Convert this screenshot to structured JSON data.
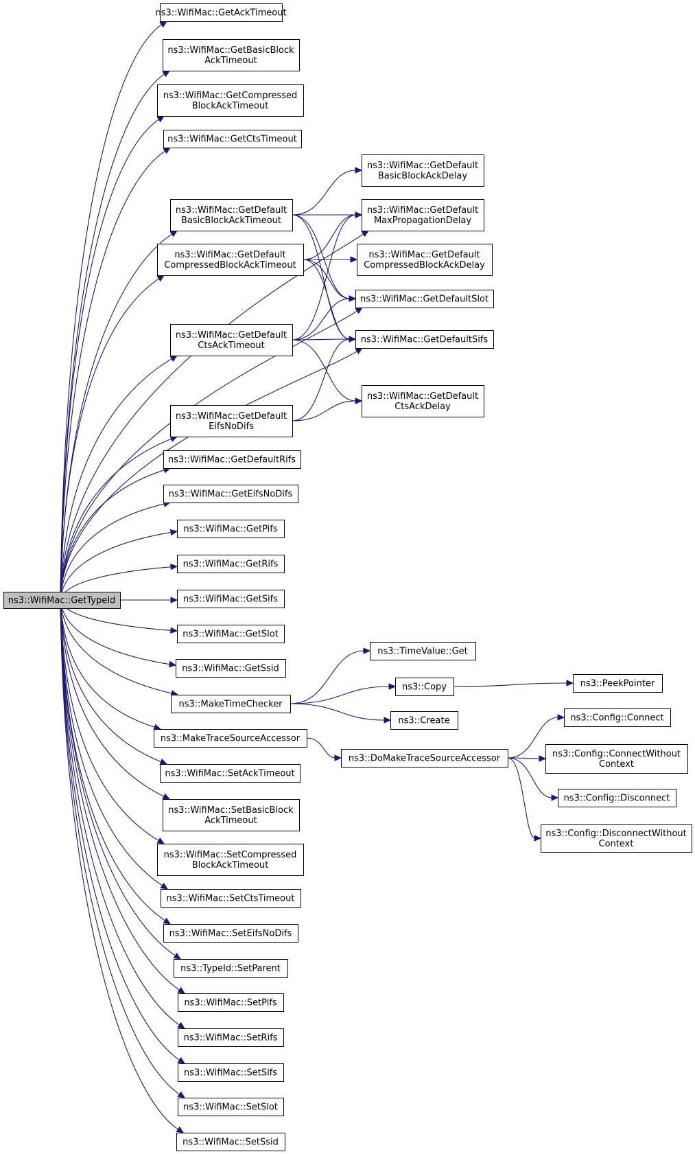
{
  "diagram": {
    "colors": {
      "edge": "#191970",
      "node_border": "#000000",
      "root_fill": "#bfbfbf",
      "node_fill": "#ffffff"
    },
    "nodes": [
      {
        "id": "root",
        "lines": [
          "ns3::WifiMac::GetTypeId"
        ],
        "root": true
      },
      {
        "id": "getAckTimeout",
        "lines": [
          "ns3::WifiMac::GetAckTimeout"
        ]
      },
      {
        "id": "getBasicBlockAckTimeout",
        "lines": [
          "ns3::WifiMac::GetBasicBlock",
          "AckTimeout"
        ]
      },
      {
        "id": "getCompressedBlockAckTimeout",
        "lines": [
          "ns3::WifiMac::GetCompressed",
          "BlockAckTimeout"
        ]
      },
      {
        "id": "getCtsTimeout",
        "lines": [
          "ns3::WifiMac::GetCtsTimeout"
        ]
      },
      {
        "id": "getDefaultBasicBlockAckTimeout",
        "lines": [
          "ns3::WifiMac::GetDefault",
          "BasicBlockAckTimeout"
        ]
      },
      {
        "id": "getDefaultCompressedBlockAckTimeout",
        "lines": [
          "ns3::WifiMac::GetDefault",
          "CompressedBlockAckTimeout"
        ]
      },
      {
        "id": "getDefaultCtsAckTimeout",
        "lines": [
          "ns3::WifiMac::GetDefault",
          "CtsAckTimeout"
        ]
      },
      {
        "id": "getDefaultEifsNoDifs",
        "lines": [
          "ns3::WifiMac::GetDefault",
          "EifsNoDifs"
        ]
      },
      {
        "id": "getDefaultRifs",
        "lines": [
          "ns3::WifiMac::GetDefaultRifs"
        ]
      },
      {
        "id": "getEifsNoDifs",
        "lines": [
          "ns3::WifiMac::GetEifsNoDifs"
        ]
      },
      {
        "id": "getPifs",
        "lines": [
          "ns3::WifiMac::GetPifs"
        ]
      },
      {
        "id": "getRifs",
        "lines": [
          "ns3::WifiMac::GetRifs"
        ]
      },
      {
        "id": "getSifs",
        "lines": [
          "ns3::WifiMac::GetSifs"
        ]
      },
      {
        "id": "getSlot",
        "lines": [
          "ns3::WifiMac::GetSlot"
        ]
      },
      {
        "id": "getSsid",
        "lines": [
          "ns3::WifiMac::GetSsid"
        ]
      },
      {
        "id": "makeTimeChecker",
        "lines": [
          "ns3::MakeTimeChecker"
        ]
      },
      {
        "id": "makeTraceSourceAccessor",
        "lines": [
          "ns3::MakeTraceSourceAccessor"
        ]
      },
      {
        "id": "setAckTimeout",
        "lines": [
          "ns3::WifiMac::SetAckTimeout"
        ]
      },
      {
        "id": "setBasicBlockAckTimeout",
        "lines": [
          "ns3::WifiMac::SetBasicBlock",
          "AckTimeout"
        ]
      },
      {
        "id": "setCompressedBlockAckTimeout",
        "lines": [
          "ns3::WifiMac::SetCompressed",
          "BlockAckTimeout"
        ]
      },
      {
        "id": "setCtsTimeout",
        "lines": [
          "ns3::WifiMac::SetCtsTimeout"
        ]
      },
      {
        "id": "setEifsNoDifs",
        "lines": [
          "ns3::WifiMac::SetEifsNoDifs"
        ]
      },
      {
        "id": "setParent",
        "lines": [
          "ns3::TypeId::SetParent"
        ]
      },
      {
        "id": "setPifs",
        "lines": [
          "ns3::WifiMac::SetPifs"
        ]
      },
      {
        "id": "setRifs",
        "lines": [
          "ns3::WifiMac::SetRifs"
        ]
      },
      {
        "id": "setSifs",
        "lines": [
          "ns3::WifiMac::SetSifs"
        ]
      },
      {
        "id": "setSlot",
        "lines": [
          "ns3::WifiMac::SetSlot"
        ]
      },
      {
        "id": "setSsid",
        "lines": [
          "ns3::WifiMac::SetSsid"
        ]
      },
      {
        "id": "getDefaultBasicBlockAckDelay",
        "lines": [
          "ns3::WifiMac::GetDefault",
          "BasicBlockAckDelay"
        ]
      },
      {
        "id": "getDefaultMaxPropagationDelay",
        "lines": [
          "ns3::WifiMac::GetDefault",
          "MaxPropagationDelay"
        ]
      },
      {
        "id": "getDefaultCompressedBlockAckDelay",
        "lines": [
          "ns3::WifiMac::GetDefault",
          "CompressedBlockAckDelay"
        ]
      },
      {
        "id": "getDefaultSlot",
        "lines": [
          "ns3::WifiMac::GetDefaultSlot"
        ]
      },
      {
        "id": "getDefaultSifs",
        "lines": [
          "ns3::WifiMac::GetDefaultSifs"
        ]
      },
      {
        "id": "getDefaultCtsAckDelay",
        "lines": [
          "ns3::WifiMac::GetDefault",
          "CtsAckDelay"
        ]
      },
      {
        "id": "timeValueGet",
        "lines": [
          "ns3::TimeValue::Get"
        ]
      },
      {
        "id": "copy",
        "lines": [
          "ns3::Copy"
        ]
      },
      {
        "id": "create",
        "lines": [
          "ns3::Create"
        ]
      },
      {
        "id": "peekPointer",
        "lines": [
          "ns3::PeekPointer"
        ]
      },
      {
        "id": "doMakeTraceSourceAccessor",
        "lines": [
          "ns3::DoMakeTraceSourceAccessor"
        ]
      },
      {
        "id": "configConnect",
        "lines": [
          "ns3::Config::Connect"
        ]
      },
      {
        "id": "configConnectWithoutContext",
        "lines": [
          "ns3::Config::ConnectWithout",
          "Context"
        ]
      },
      {
        "id": "configDisconnect",
        "lines": [
          "ns3::Config::Disconnect"
        ]
      },
      {
        "id": "configDisconnectWithoutContext",
        "lines": [
          "ns3::Config::DisconnectWithout",
          "Context"
        ]
      }
    ],
    "edges": [
      [
        "root",
        "getAckTimeout"
      ],
      [
        "root",
        "getBasicBlockAckTimeout"
      ],
      [
        "root",
        "getCompressedBlockAckTimeout"
      ],
      [
        "root",
        "getCtsTimeout"
      ],
      [
        "root",
        "getDefaultMaxPropagationDelay"
      ],
      [
        "root",
        "getDefaultBasicBlockAckTimeout"
      ],
      [
        "root",
        "getDefaultCompressedBlockAckTimeout"
      ],
      [
        "root",
        "getDefaultSlot"
      ],
      [
        "root",
        "getDefaultCtsAckTimeout"
      ],
      [
        "root",
        "getDefaultSifs"
      ],
      [
        "root",
        "getDefaultEifsNoDifs"
      ],
      [
        "root",
        "getDefaultRifs"
      ],
      [
        "root",
        "getEifsNoDifs"
      ],
      [
        "root",
        "getPifs"
      ],
      [
        "root",
        "getRifs"
      ],
      [
        "root",
        "getSifs"
      ],
      [
        "root",
        "getSlot"
      ],
      [
        "root",
        "getSsid"
      ],
      [
        "root",
        "makeTimeChecker"
      ],
      [
        "root",
        "makeTraceSourceAccessor"
      ],
      [
        "root",
        "setAckTimeout"
      ],
      [
        "root",
        "setBasicBlockAckTimeout"
      ],
      [
        "root",
        "setCompressedBlockAckTimeout"
      ],
      [
        "root",
        "setCtsTimeout"
      ],
      [
        "root",
        "setEifsNoDifs"
      ],
      [
        "root",
        "setParent"
      ],
      [
        "root",
        "setPifs"
      ],
      [
        "root",
        "setRifs"
      ],
      [
        "root",
        "setSifs"
      ],
      [
        "root",
        "setSlot"
      ],
      [
        "root",
        "setSsid"
      ],
      [
        "getDefaultBasicBlockAckTimeout",
        "getDefaultBasicBlockAckDelay"
      ],
      [
        "getDefaultBasicBlockAckTimeout",
        "getDefaultMaxPropagationDelay"
      ],
      [
        "getDefaultBasicBlockAckTimeout",
        "getDefaultSlot"
      ],
      [
        "getDefaultBasicBlockAckTimeout",
        "getDefaultSifs"
      ],
      [
        "getDefaultCompressedBlockAckTimeout",
        "getDefaultMaxPropagationDelay"
      ],
      [
        "getDefaultCompressedBlockAckTimeout",
        "getDefaultCompressedBlockAckDelay"
      ],
      [
        "getDefaultCompressedBlockAckTimeout",
        "getDefaultSlot"
      ],
      [
        "getDefaultCompressedBlockAckTimeout",
        "getDefaultSifs"
      ],
      [
        "getDefaultCtsAckTimeout",
        "getDefaultMaxPropagationDelay"
      ],
      [
        "getDefaultCtsAckTimeout",
        "getDefaultSlot"
      ],
      [
        "getDefaultCtsAckTimeout",
        "getDefaultSifs"
      ],
      [
        "getDefaultCtsAckTimeout",
        "getDefaultCtsAckDelay"
      ],
      [
        "getDefaultEifsNoDifs",
        "getDefaultSifs"
      ],
      [
        "getDefaultEifsNoDifs",
        "getDefaultCtsAckDelay"
      ],
      [
        "makeTimeChecker",
        "timeValueGet"
      ],
      [
        "makeTimeChecker",
        "copy"
      ],
      [
        "makeTimeChecker",
        "create"
      ],
      [
        "copy",
        "peekPointer"
      ],
      [
        "makeTraceSourceAccessor",
        "doMakeTraceSourceAccessor"
      ],
      [
        "doMakeTraceSourceAccessor",
        "configConnect"
      ],
      [
        "doMakeTraceSourceAccessor",
        "configConnectWithoutContext"
      ],
      [
        "doMakeTraceSourceAccessor",
        "configDisconnect"
      ],
      [
        "doMakeTraceSourceAccessor",
        "configDisconnectWithoutContext"
      ]
    ]
  }
}
